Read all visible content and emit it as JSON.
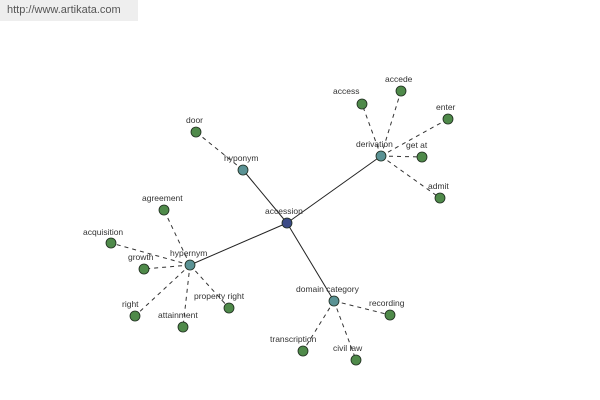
{
  "banner": {
    "url": "http://www.artikata.com"
  },
  "colors": {
    "center": "#3b4a86",
    "relation": "#5a9294",
    "leaf": "#4f8a4a",
    "node_stroke": "#1d2a1d",
    "solid_edge": "#222222",
    "dashed_edge": "#333333"
  },
  "graph": {
    "center": {
      "id": "accession",
      "label": "accession"
    },
    "relations": [
      {
        "id": "hyponym",
        "label": "hyponym",
        "leaves": [
          {
            "id": "door",
            "label": "door"
          }
        ]
      },
      {
        "id": "derivation",
        "label": "derivation",
        "leaves": [
          {
            "id": "access",
            "label": "access"
          },
          {
            "id": "accede",
            "label": "accede"
          },
          {
            "id": "enter",
            "label": "enter"
          },
          {
            "id": "get-at",
            "label": "get at"
          },
          {
            "id": "admit",
            "label": "admit"
          }
        ]
      },
      {
        "id": "hypernym",
        "label": "hypernym",
        "leaves": [
          {
            "id": "agreement",
            "label": "agreement"
          },
          {
            "id": "acquisition",
            "label": "acquisition"
          },
          {
            "id": "growth",
            "label": "growth"
          },
          {
            "id": "right",
            "label": "right"
          },
          {
            "id": "attainment",
            "label": "attainment"
          },
          {
            "id": "property-right",
            "label": "property right"
          }
        ]
      },
      {
        "id": "domain-category",
        "label": "domain category",
        "leaves": [
          {
            "id": "recording",
            "label": "recording"
          },
          {
            "id": "transcription",
            "label": "transcription"
          },
          {
            "id": "civil-law",
            "label": "civil law"
          }
        ]
      }
    ]
  }
}
